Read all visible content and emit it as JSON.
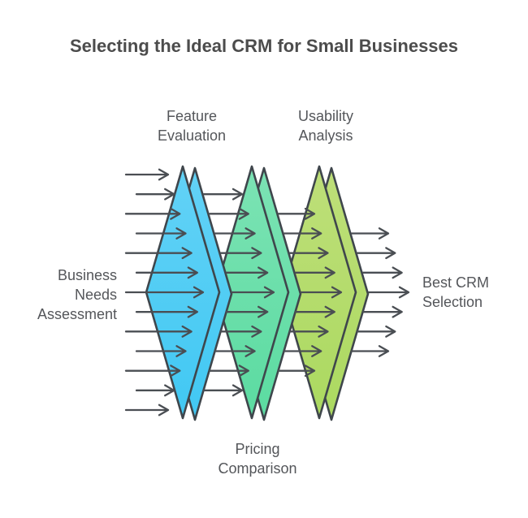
{
  "title": "Selecting the Ideal CRM for Small Businesses",
  "input": {
    "label": "Business\nNeeds\nAssessment"
  },
  "output": {
    "label": "Best CRM\nSelection"
  },
  "stages": [
    {
      "name": "feature-evaluation",
      "label": "Feature\nEvaluation",
      "label_position": "top",
      "fill_top": "#63D2F6",
      "fill_bottom": "#41C8F3"
    },
    {
      "name": "pricing-comparison",
      "label": "Pricing\nComparison",
      "label_position": "bottom",
      "fill_top": "#7CE3B4",
      "fill_bottom": "#5BDBA1"
    },
    {
      "name": "usability-analysis",
      "label": "Usability\nAnalysis",
      "label_position": "top",
      "fill_top": "#BEDF79",
      "fill_bottom": "#ABD960"
    }
  ],
  "colors": {
    "outline": "#3F464C",
    "arrow": "#4A4E53",
    "title_text": "#4C4C4C",
    "label_text": "#54565A",
    "background": "#FFFFFF"
  }
}
